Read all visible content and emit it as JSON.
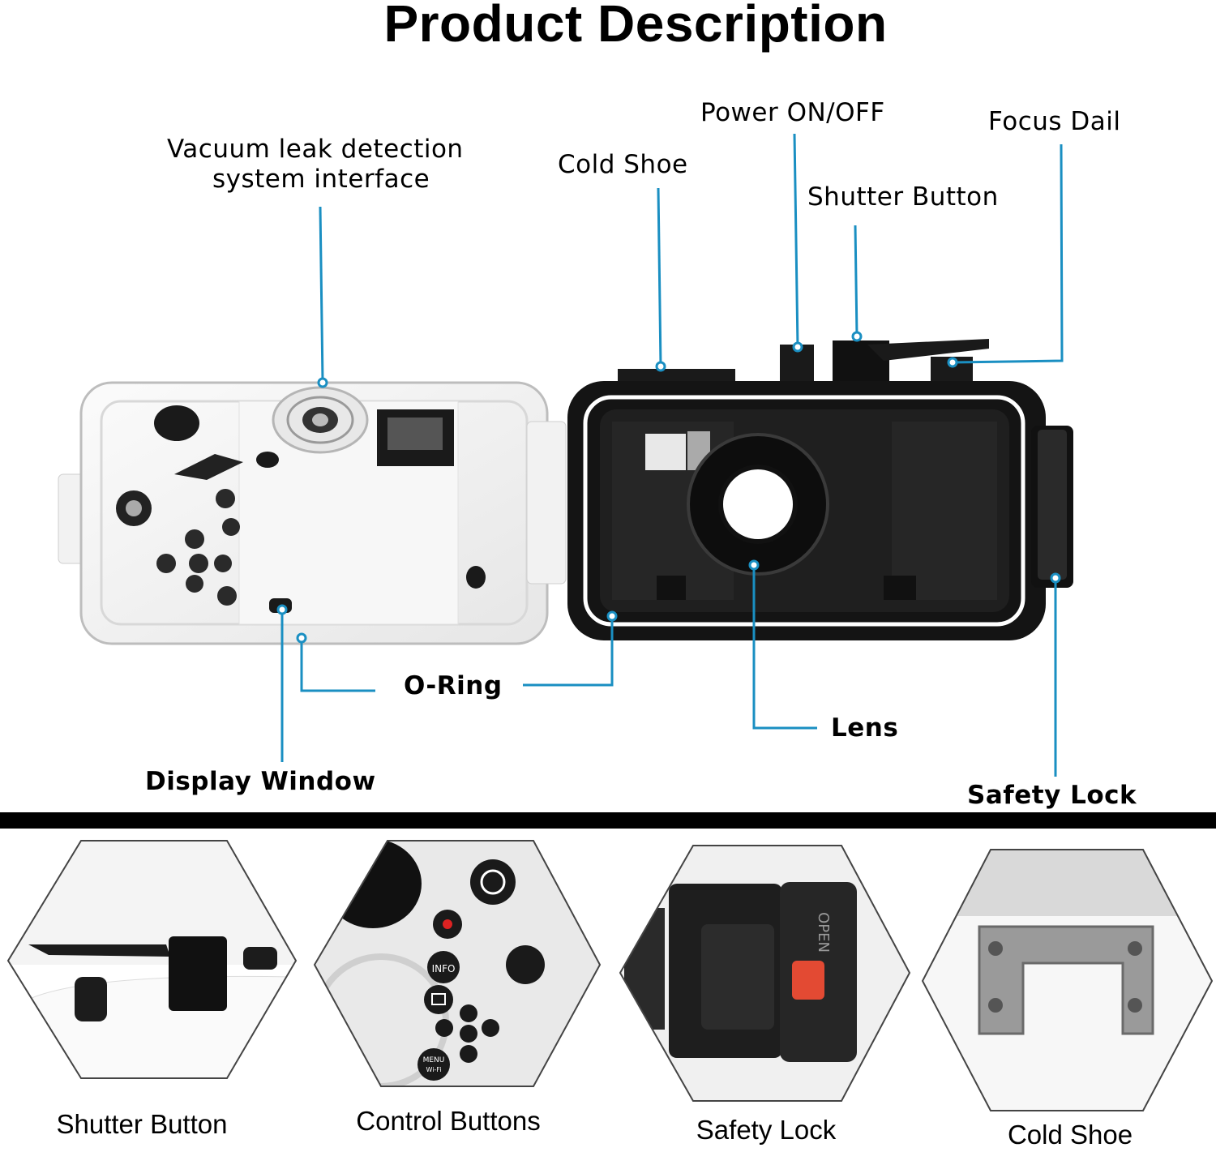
{
  "title": "Product Description",
  "accent_color": "#1a8fc2",
  "callouts": {
    "vacuum_line1": "Vacuum leak detection",
    "vacuum_line2": "system interface",
    "cold_shoe": "Cold  Shoe",
    "power": "Power ON/OFF",
    "shutter": "Shutter Button",
    "focus": "Focus Dail",
    "oring": "O-Ring",
    "lens": "Lens",
    "display": "Display Window",
    "safety": "Safety Lock"
  },
  "details": [
    {
      "caption": "Shutter Button"
    },
    {
      "caption": "Control Buttons"
    },
    {
      "caption": "Safety Lock"
    },
    {
      "caption": "Cold  Shoe"
    }
  ],
  "button_labels": {
    "info": "INFO",
    "menu": "MENU",
    "wifi": "Wi-Fi",
    "open": "OPEN"
  }
}
